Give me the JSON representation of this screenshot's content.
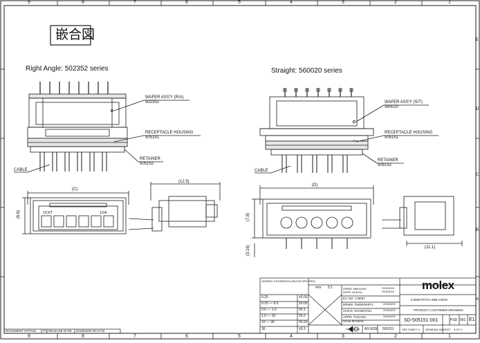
{
  "colors": {
    "line": "#1a1a1a",
    "paper": "#ffffff",
    "fill_light": "#e6e6e6"
  },
  "frame": {
    "top_numbers": [
      "9",
      "8",
      "7",
      "6",
      "5",
      "4",
      "3",
      "2",
      "1"
    ],
    "bottom_numbers": [
      "9",
      "8",
      "7",
      "6",
      "5",
      "4",
      "3",
      "2",
      "1"
    ],
    "side_letters": [
      "E",
      "D",
      "C",
      "B",
      "A"
    ]
  },
  "header": {
    "title_jp": "嵌合図"
  },
  "left_view": {
    "title": "Right Angle: 502352 series",
    "callouts": [
      {
        "name": "WAFER ASS'Y (R/A)",
        "part": "502352"
      },
      {
        "name": "RECEPTACLE HOUSING",
        "part": "505151"
      },
      {
        "name": "RETAINER",
        "part": "505152"
      }
    ],
    "cable_label": "CABLE",
    "dim_width": "(C)",
    "dim_side": "(12.5)",
    "dim_height": "(6.6)",
    "pin_labels": [
      "1/CKT",
      "1/2A"
    ]
  },
  "right_view": {
    "title": "Straight: 560020 series",
    "callouts": [
      {
        "name": "WAFER ASS'Y (S/T)",
        "part": "560020"
      },
      {
        "name": "RECEPTACLE HOUSING",
        "part": "505151"
      },
      {
        "name": "RETAINER",
        "part": "505152"
      }
    ],
    "cable_label": "CABLE",
    "dim_width": "(D)",
    "dim_height": "(7.8)",
    "dim_pin": "(3.16)",
    "dim_side": "(11.1)"
  },
  "title_block": {
    "brand": "molex",
    "units": "mm",
    "scale": "5:1",
    "tolerance_header": "GENERAL TOLERANCES (UNLESS SPECIFIED)",
    "tolerances": [
      {
        "range": "0.25",
        "tol": "±0.03"
      },
      {
        "range": "0.25 — 0.5",
        "tol": "±0.05"
      },
      {
        "range": "0.5 — 1.0",
        "tol": "±0.1"
      },
      {
        "range": "1.0 — 10",
        "tol": "±0.2"
      },
      {
        "range": "10 — 30",
        "tol": "±0.25"
      },
      {
        "range": "30",
        "tol": "±0.3"
      }
    ],
    "ec_no": "EC NO: 175087",
    "drawn": "DRWN: TMORISHITA",
    "checked": "CHK'D: HKOMATSU",
    "approved": "APPR: TOGADA",
    "drawn_date": "2018/04/20",
    "checked_date": "2018/04/20",
    "approved_date": "2018/04/20",
    "initial_revision": "INITIAL REVISION:",
    "drwn2": "DRWN: MMIZUNO",
    "appr2": "APPR: NUKITA",
    "drwn2_date": "2016/02/18",
    "appr2_date": "2016/02/18",
    "product_desc": "2.0MM PITCH WIB CONN",
    "drawing_type": "PRODUCT CUSTOMER DRAWING",
    "doc_number": "SD-505151-001",
    "doc_type": "PSD",
    "doc_part": "001",
    "revision": "E1",
    "size": "A3-SIZE",
    "series": "505151",
    "sheet": "SEE SHEET 4",
    "market": "GENERAL MARKET",
    "page": "3 OF 4"
  },
  "doc_status": {
    "status_label": "DOCUMENT STATUS",
    "status_value": "P1",
    "release_label": "RELEASE DATE",
    "release_value": "2018/04/20 09:17:02"
  }
}
